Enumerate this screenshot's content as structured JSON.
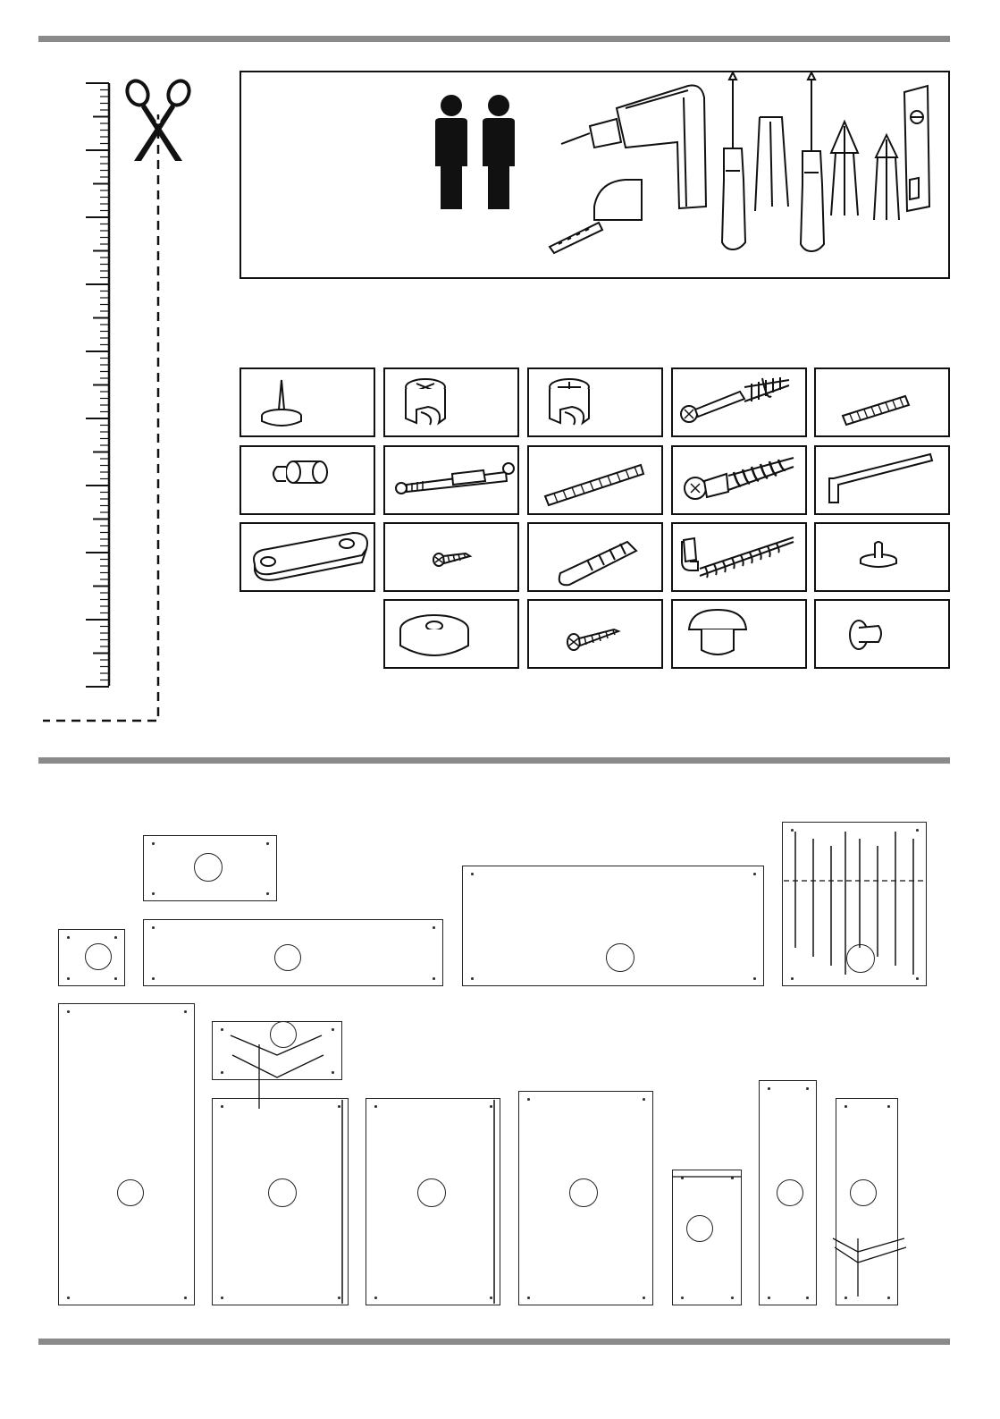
{
  "page": {
    "kind": "furniture assembly instruction sheet",
    "ink": "#111111",
    "rule_color": "#8a8a8a",
    "paper": "#ffffff"
  },
  "people_icons": [
    "person-icon",
    "person-icon"
  ],
  "tools": [
    "drill-icon",
    "tape-measure-icon",
    "phillips-screwdriver-icon",
    "flathead-screwdriver-icon",
    "screwdriver-icon",
    "phillips-bit-icon",
    "flat-bit-icon",
    "spirit-level-icon"
  ],
  "hardware": [
    [
      "nail-glide",
      "cam-lock",
      "cam-lock-alt",
      "cam-bolt-long",
      "wood-dowel-short"
    ],
    [
      "shelf-pin",
      "double-cam-bolt",
      "wood-dowel-long",
      "cam-bolt-with-screw",
      "allen-key"
    ],
    [
      "connector-plate",
      "short-screw",
      "wall-plug",
      "hook-screw",
      "push-pin-stud"
    ],
    [
      "",
      "rubber-bumper",
      "long-screw",
      "cover-cap",
      "mushroom-pin"
    ]
  ]
}
